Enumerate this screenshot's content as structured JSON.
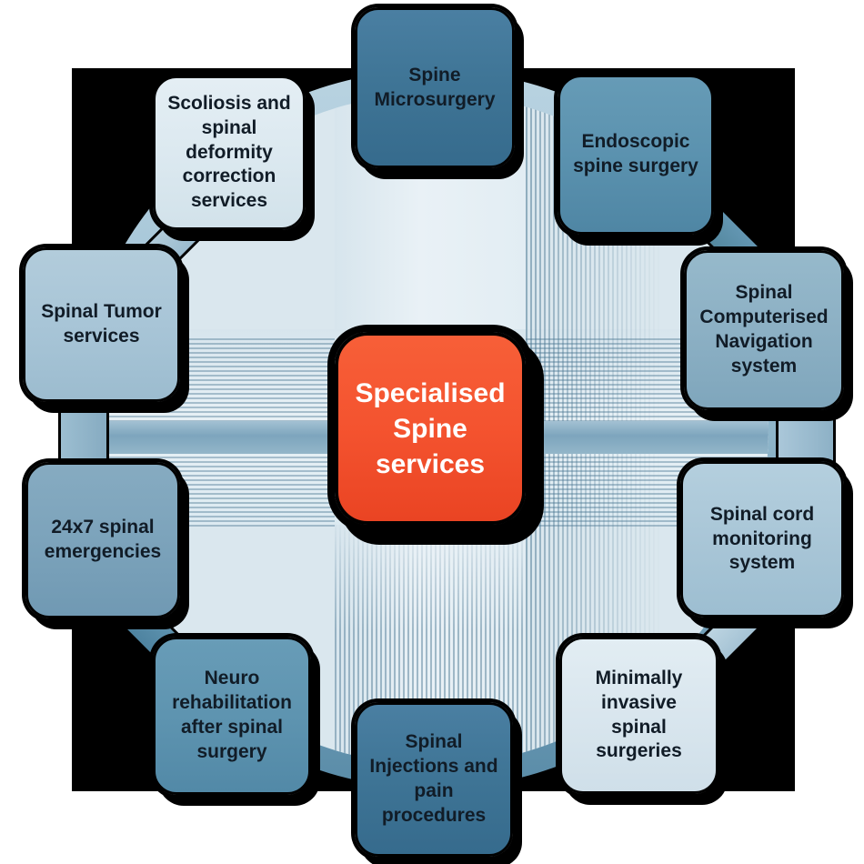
{
  "diagram_type": "radial-hub-spoke",
  "center_node": {
    "label": "Specialised\nSpine\nservices",
    "bg_color": "#f4532f",
    "text_color": "#ffffff"
  },
  "nodes": [
    {
      "id": "spine-microsurgery",
      "label": "Spine\nMicrosurgery",
      "bg_color": "#3f7596"
    },
    {
      "id": "endoscopic-spine-surgery",
      "label": "Endoscopic\nspine surgery",
      "bg_color": "#5b92af"
    },
    {
      "id": "spinal-computerised-navigation-system",
      "label": "Spinal\nComputerised\nNavigation\nsystem",
      "bg_color": "#8cb0c4"
    },
    {
      "id": "spinal-cord-monitoring-system",
      "label": "Spinal cord\nmonitoring\nsystem",
      "bg_color": "#a9c6d7"
    },
    {
      "id": "minimally-invasive-spinal-surgeries",
      "label": "Minimally\ninvasive\nspinal\nsurgeries",
      "bg_color": "#d9e6ee"
    },
    {
      "id": "spinal-injections-and-pain-procedures",
      "label": "Spinal\nInjections and\npain\nprocedures",
      "bg_color": "#3f7596"
    },
    {
      "id": "neuro-rehabilitation-after-spinal-surgery",
      "label": "Neuro\nrehabilitation\nafter spinal\nsurgery",
      "bg_color": "#5e94b0"
    },
    {
      "id": "24x7-spinal-emergencies",
      "label": "24x7 spinal\nemergencies",
      "bg_color": "#7ca3bb"
    },
    {
      "id": "spinal-tumor-services",
      "label": "Spinal Tumor\nservices",
      "bg_color": "#a8c5d7"
    },
    {
      "id": "scoliosis-and-spinal-deformity-correction-services",
      "label": "Scoliosis and\nspinal\ndeformity\ncorrection\nservices",
      "bg_color": "#dce9f0"
    }
  ],
  "node_text_color": "#111c27",
  "palette": {
    "page_background": "#ffffff",
    "backplate": "#000000",
    "ring_gradient_top": "#b9d3e1",
    "ring_gradient_bottom": "#5a8ca8",
    "inner_circle": "#dae7ee",
    "spoke_band": "#7da5bd",
    "outline": "#000000"
  }
}
